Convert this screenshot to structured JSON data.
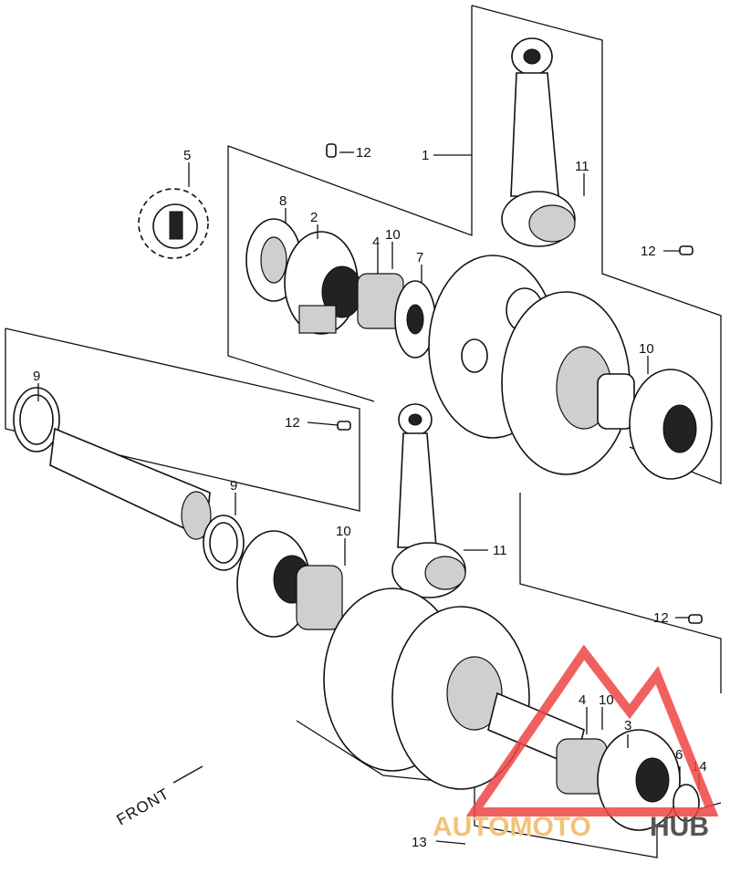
{
  "callouts": [
    "1",
    "2",
    "3",
    "4",
    "5",
    "6",
    "7",
    "8",
    "9",
    "10",
    "11",
    "12",
    "13",
    "14"
  ],
  "front_label": "FRONT",
  "watermark": {
    "text_a": "AUTOMOTO",
    "text_b": "HUB",
    "color_a": "#f2c27a",
    "color_b": "#555555",
    "logo_color": "#ee4444"
  },
  "icons": {
    "watermark_logo": "triangle-m-logo-icon",
    "front_arrow": "arrow-icon"
  }
}
